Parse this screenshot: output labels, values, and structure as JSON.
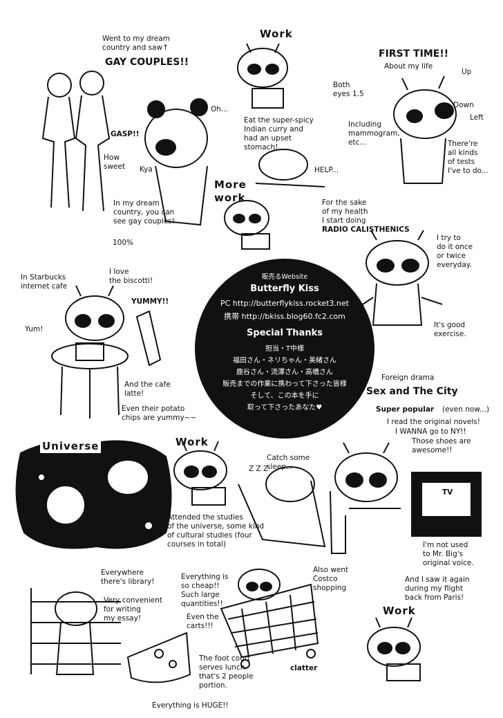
{
  "circle": {
    "website_caption": "販売るWebsite",
    "title": "Butterfly Kiss",
    "pc_label": "PC",
    "pc_url": "http://butterflykiss.rocket3.net",
    "mobile_label": "携帯",
    "mobile_url": "http://bkiss.blog60.fc2.com",
    "thanks_title": "Special Thanks",
    "thanks_lines": [
      "担当・T中様",
      "福田さん・ネリちゃん・美緒さん",
      "鹿谷さん・流澤さん・高橋さん",
      "販売までの作業に携わって下さった皆様",
      "そして、この本を手に",
      "取って下さったあなた♥"
    ]
  },
  "dream": {
    "intro": "Went to my dream\ncountry and saw↑",
    "gay_couples": "GAY COUPLES!!",
    "oh": "Oh...",
    "gasp": "GASP!!",
    "how_sweet": "How\nsweet",
    "kya": "Kya",
    "dream_note": "In my dream\ncountry, you can\nsee gay couples!",
    "percent": "100%"
  },
  "work_top": {
    "title": "Work",
    "curry": "Eat the super-spicy\nIndian curry and\nhad an upset\nstomach!",
    "help": "HELP...",
    "more_work": "More\nwork"
  },
  "health": {
    "first_time": "FIRST TIME!!",
    "about_life": "About my life",
    "eyes": "Both\neyes 1.5",
    "up": "Up",
    "down": "Down",
    "left": "Left",
    "mammogram": "Including\nmammogram,\netc...",
    "tests": "There're\nall kinds\nof tests\nI've to do...",
    "sake": "For the sake\nof my health\nI start doing",
    "radio": "RADIO CALISTHENICS",
    "try": "I try to\ndo it once\nor twice\neveryday.",
    "good": "It's good\nexercise."
  },
  "starbucks": {
    "title": "In Starbucks\ninternet cafe",
    "biscotti": "I love\nthe biscotti!",
    "yummy": "YUMMY!!",
    "yum": "Yum!",
    "latte": "And the cafe\nlatte!",
    "chips": "Even their potato\nchips are yummy~~"
  },
  "drama": {
    "foreign": "Foreign drama",
    "show": "Sex and The City",
    "super": "Super popular",
    "even_now": "(even now...)",
    "novels": "I read the original novels!",
    "ny": "I WANNA go to NY!!",
    "shoes": "Those shoes are\nawesome!!",
    "tv": "TV",
    "not_used": "I'm not used\nto Mr. Big's\noriginal voice.",
    "flight": "And I saw it again\nduring my flight\nback from Paris!"
  },
  "universe": {
    "title": "Universe",
    "work": "Work",
    "studies": "Attended the studies\nof the universe, some kind\nof cultural studies (four\ncourses in total)",
    "zzz": "Z Z Z",
    "sleep": "Catch some\nsleep..."
  },
  "bottom": {
    "library": "Everywhere\nthere's library!",
    "convenient": "Very convenient\nfor writing\nmy essay!",
    "cheap": "Everything is\nso cheap!!\nSuch large\nquantities!!",
    "carts": "Even the\ncarts!!!",
    "costco": "Also went\nCostco\nshopping",
    "clatter": "clatter",
    "work": "Work",
    "foodcourt": "The foot court\nserves lunch\nthat's 2 people\nportion.",
    "huge": "Everything is HUGE!!"
  }
}
